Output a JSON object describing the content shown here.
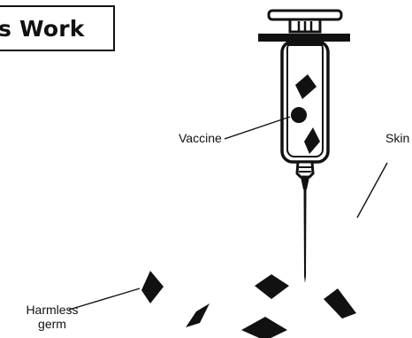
{
  "title": {
    "text": "s Work"
  },
  "labels": {
    "vaccine": "Vaccine",
    "skin": "Skin",
    "germ_line1": "Harmless",
    "germ_line2": "germ"
  },
  "colors": {
    "ink": "#111111",
    "background": "#ffffff"
  },
  "icons": {
    "syringe": "syringe-icon",
    "germ": "germ-icon",
    "vaccine_drop": "vaccine-particle-icon"
  }
}
